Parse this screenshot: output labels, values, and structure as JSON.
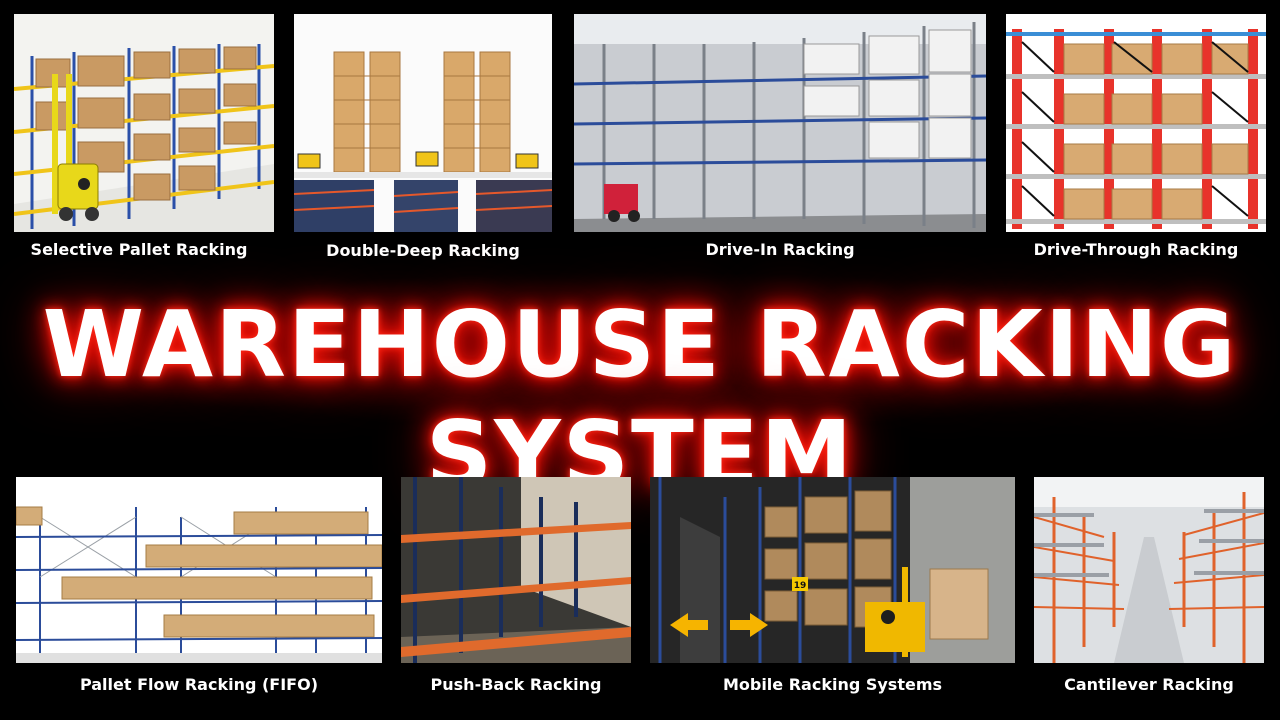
{
  "title": "WAREHOUSE RACKING SYSTEM",
  "accent_color": "#e00000",
  "panels": [
    {
      "label": "Selective Pallet Racking"
    },
    {
      "label": "Double-Deep Racking"
    },
    {
      "label": "Drive-In Racking"
    },
    {
      "label": "Drive-Through Racking"
    },
    {
      "label": "Pallet Flow Racking (FIFO)"
    },
    {
      "label": "Push-Back Racking"
    },
    {
      "label": "Mobile Racking Systems"
    },
    {
      "label": "Cantilever Racking"
    }
  ],
  "mobile_panel": {
    "aisle_number": "19"
  }
}
